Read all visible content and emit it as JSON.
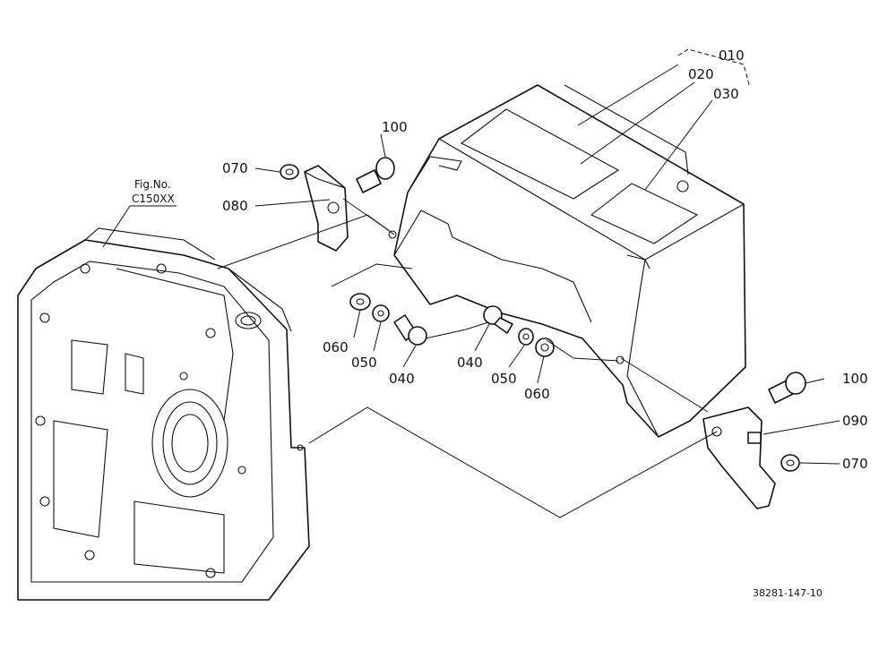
{
  "figure_ref": {
    "line1": "Fig.No.",
    "line2": "C150XX"
  },
  "drawing_code": "38281-147-10",
  "callouts": {
    "c010": "010",
    "c020": "020",
    "c030": "030",
    "c100_top": "100",
    "c070_left": "070",
    "c080": "080",
    "c060_left": "060",
    "c050_left": "050",
    "c040_left": "040",
    "c040_right": "040",
    "c050_right": "050",
    "c060_right": "060",
    "c100_right": "100",
    "c090": "090",
    "c070_right": "070"
  }
}
